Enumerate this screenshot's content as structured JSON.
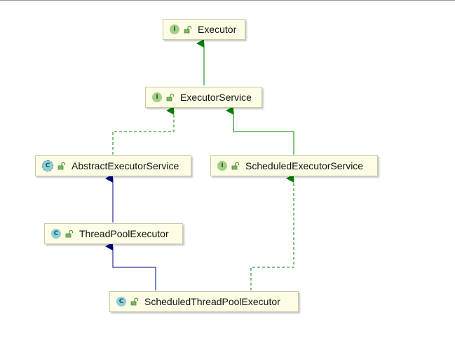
{
  "colors": {
    "implements_edge": "#008000",
    "extends_edge": "#000080",
    "node_fill": "#fdfde5",
    "interface_badge": "#a3cf86",
    "class_badge": "#8fcfd8"
  },
  "nodes": {
    "executor": {
      "name": "Executor",
      "badge": "I",
      "kind": "interface"
    },
    "executor_service": {
      "name": "ExecutorService",
      "badge": "I",
      "kind": "interface"
    },
    "abstract_executor_service": {
      "name": "AbstractExecutorService",
      "badge": "C",
      "kind": "abstract-class"
    },
    "scheduled_executor_service": {
      "name": "ScheduledExecutorService",
      "badge": "I",
      "kind": "interface"
    },
    "thread_pool_executor": {
      "name": "ThreadPoolExecutor",
      "badge": "C",
      "kind": "class"
    },
    "scheduled_thread_pool_executor": {
      "name": "ScheduledThreadPoolExecutor",
      "badge": "C",
      "kind": "class"
    }
  },
  "edges": [
    {
      "from": "ExecutorService",
      "to": "Executor",
      "relation": "extends",
      "style": "solid",
      "color": "#008000"
    },
    {
      "from": "AbstractExecutorService",
      "to": "ExecutorService",
      "relation": "implements",
      "style": "dashed",
      "color": "#008000"
    },
    {
      "from": "ScheduledExecutorService",
      "to": "ExecutorService",
      "relation": "extends",
      "style": "solid",
      "color": "#008000"
    },
    {
      "from": "ThreadPoolExecutor",
      "to": "AbstractExecutorService",
      "relation": "extends",
      "style": "solid",
      "color": "#000080"
    },
    {
      "from": "ScheduledThreadPoolExecutor",
      "to": "ThreadPoolExecutor",
      "relation": "extends",
      "style": "solid",
      "color": "#000080"
    },
    {
      "from": "ScheduledThreadPoolExecutor",
      "to": "ScheduledExecutorService",
      "relation": "implements",
      "style": "dashed",
      "color": "#008000"
    }
  ]
}
